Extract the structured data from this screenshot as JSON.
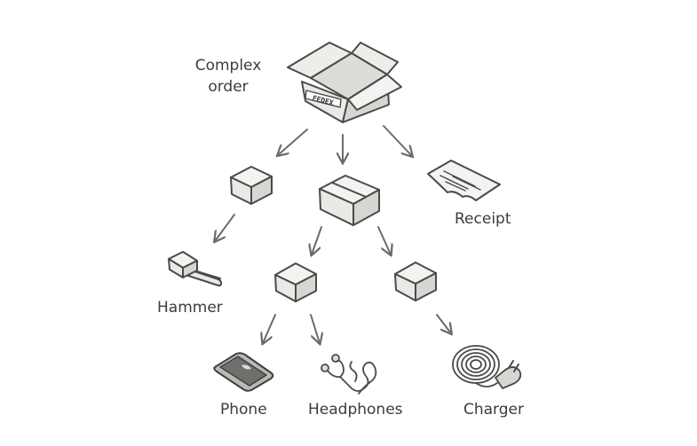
{
  "labels": {
    "complex_order_line1": "Complex",
    "complex_order_line2": "order",
    "receipt": "Receipt",
    "hammer": "Hammer",
    "phone": "Phone",
    "headphones": "Headphones",
    "charger": "Charger"
  },
  "box_stamp": "FEDEX",
  "colors": {
    "stroke": "#4a4a4a",
    "box_fill": "#e9e9e6",
    "box_side": "#d6d6d2",
    "box_top": "#f3f3f1",
    "arrow": "#6b6b6b"
  }
}
